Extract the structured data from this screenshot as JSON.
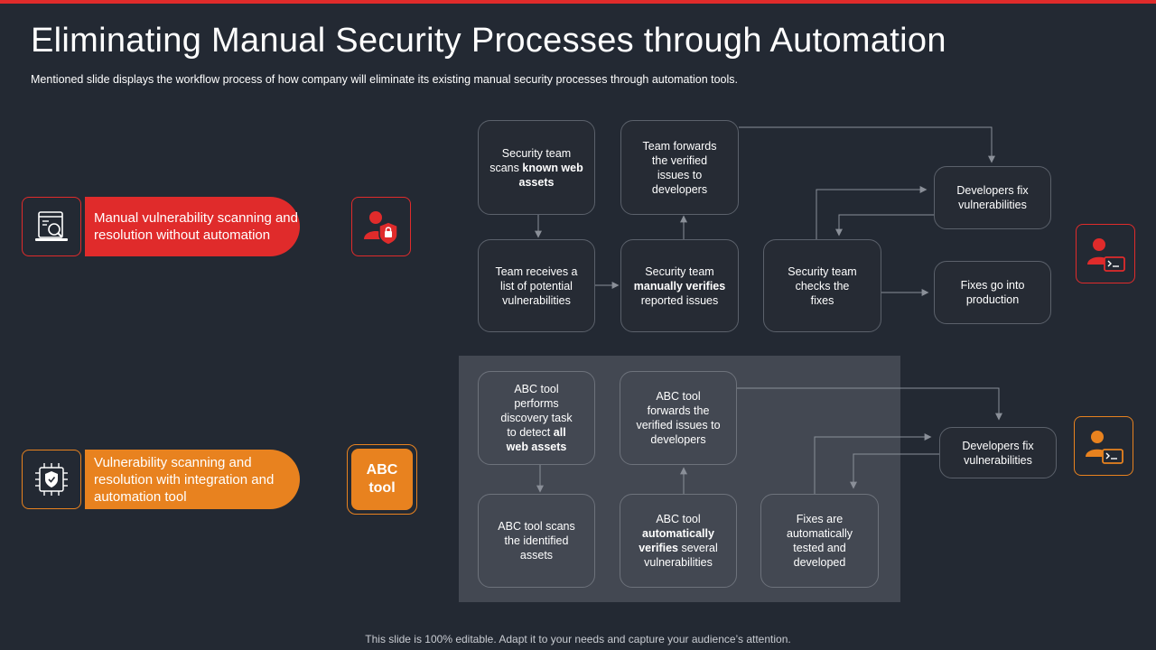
{
  "title": "Eliminating Manual Security Processes through Automation",
  "subtitle": "Mentioned slide displays the workflow  process of how company will eliminate its existing manual security processes through automation tools.",
  "footer": "This slide is 100% editable. Adapt it to your needs and capture your audience’s attention.",
  "colors": {
    "accent_red": "#e02b2b",
    "accent_orange": "#e8821f",
    "background": "#232933",
    "shade": "#434852"
  },
  "manual": {
    "label": "Manual vulnerability scanning and resolution without automation",
    "icon": "document-search-icon",
    "role_icon": "user-lock-icon",
    "end_icon": "developer-icon",
    "steps": {
      "scan": {
        "pre": "Security team scans ",
        "bold": "known web assets",
        "post": ""
      },
      "receive": {
        "pre": "Team receives a list of potential vulnerabilities",
        "bold": "",
        "post": ""
      },
      "verify": {
        "pre": "Security team ",
        "bold": "manually verifies",
        "post": " reported issues"
      },
      "forward": {
        "pre": "Team forwards the verified issues to developers",
        "bold": "",
        "post": ""
      },
      "fix": {
        "pre": "Developers fix vulnerabilities",
        "bold": "",
        "post": ""
      },
      "check": {
        "pre": "Security team checks the fixes",
        "bold": "",
        "post": ""
      },
      "production": {
        "pre": "Fixes go into production",
        "bold": "",
        "post": ""
      }
    }
  },
  "automated": {
    "label": "Vulnerability scanning and resolution with integration and automation tool",
    "icon": "shield-chip-icon",
    "tool_label": "ABC tool",
    "end_icon": "developer-icon",
    "steps": {
      "discover": {
        "pre": "ABC tool performs discovery task to detect ",
        "bold": "all web assets",
        "post": ""
      },
      "scan": {
        "pre": "ABC tool scans the identified assets",
        "bold": "",
        "post": ""
      },
      "verify": {
        "pre": "ABC tool ",
        "bold": "automatically verifies",
        "post": " several vulnerabilities"
      },
      "forward": {
        "pre": "ABC tool forwards the verified issues to developers",
        "bold": "",
        "post": ""
      },
      "fix": {
        "pre": "Developers fix vulnerabilities",
        "bold": "",
        "post": ""
      },
      "tested": {
        "pre": "Fixes are automatically tested and developed",
        "bold": "",
        "post": ""
      }
    }
  }
}
